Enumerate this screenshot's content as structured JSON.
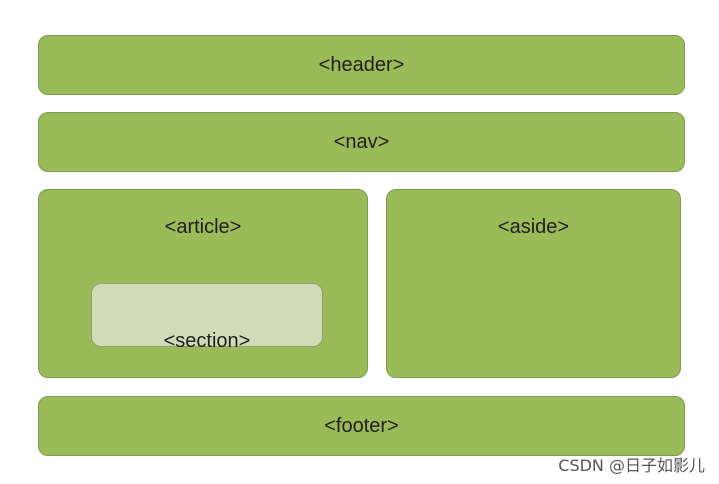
{
  "colors": {
    "box_green": "#9bbb59",
    "box_pale": "#d0dcb8"
  },
  "layout_boxes": {
    "header": "<header>",
    "nav": "<nav>",
    "article": "<article>",
    "section": "<section>",
    "aside": "<aside>",
    "footer": "<footer>"
  },
  "watermark": "CSDN @日子如影儿"
}
